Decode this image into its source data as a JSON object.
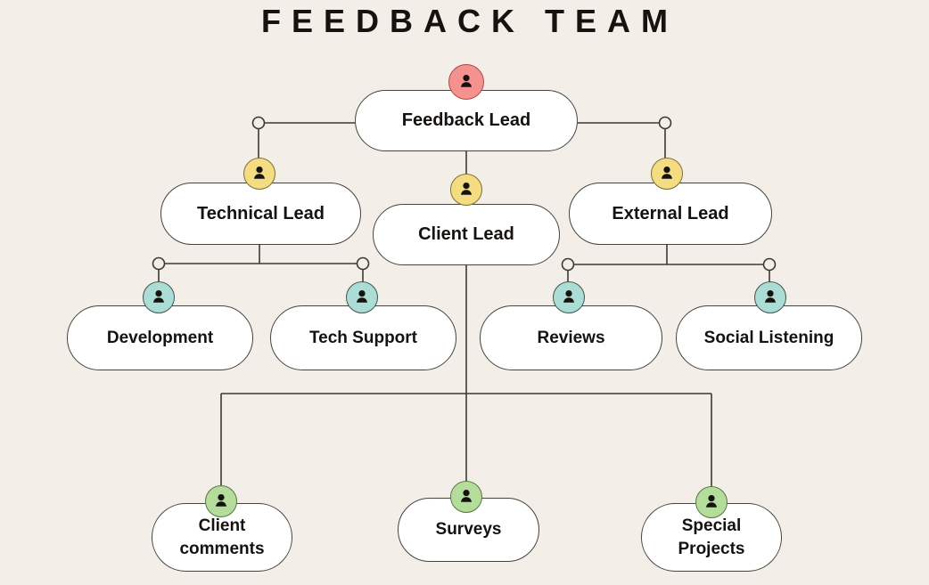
{
  "title": "FEEDBACK TEAM",
  "diagram_type": "org-chart",
  "colors": {
    "background": "#f3eee7",
    "node_fill": "#ffffff",
    "node_border": "#46423c",
    "connector": "#3c3933",
    "text": "#15120f",
    "avatar_level1": "#f5928f",
    "avatar_level2": "#f3dc81",
    "avatar_level3": "#abdcd6",
    "avatar_level4": "#b4dd9c"
  },
  "nodes": {
    "feedback_lead": {
      "label": "Feedback Lead",
      "level": 1
    },
    "technical_lead": {
      "label": "Technical Lead",
      "level": 2
    },
    "client_lead": {
      "label": "Client Lead",
      "level": 2
    },
    "external_lead": {
      "label": "External Lead",
      "level": 2
    },
    "development": {
      "label": "Development",
      "level": 3
    },
    "tech_support": {
      "label": "Tech Support",
      "level": 3
    },
    "reviews": {
      "label": "Reviews",
      "level": 3
    },
    "social_listening": {
      "label": "Social Listening",
      "level": 3
    },
    "client_comments": {
      "label": "Client comments",
      "level": 4
    },
    "surveys": {
      "label": "Surveys",
      "level": 4
    },
    "special_projects": {
      "label": "Special Projects",
      "level": 4
    }
  },
  "edges": [
    {
      "from": "Feedback Lead",
      "to": "Technical Lead"
    },
    {
      "from": "Feedback Lead",
      "to": "Client Lead"
    },
    {
      "from": "Feedback Lead",
      "to": "External Lead"
    },
    {
      "from": "Technical Lead",
      "to": "Development"
    },
    {
      "from": "Technical Lead",
      "to": "Tech Support"
    },
    {
      "from": "External Lead",
      "to": "Reviews"
    },
    {
      "from": "External Lead",
      "to": "Social Listening"
    },
    {
      "from": "Client Lead",
      "to": "Client comments"
    },
    {
      "from": "Client Lead",
      "to": "Surveys"
    },
    {
      "from": "Client Lead",
      "to": "Special Projects"
    }
  ]
}
